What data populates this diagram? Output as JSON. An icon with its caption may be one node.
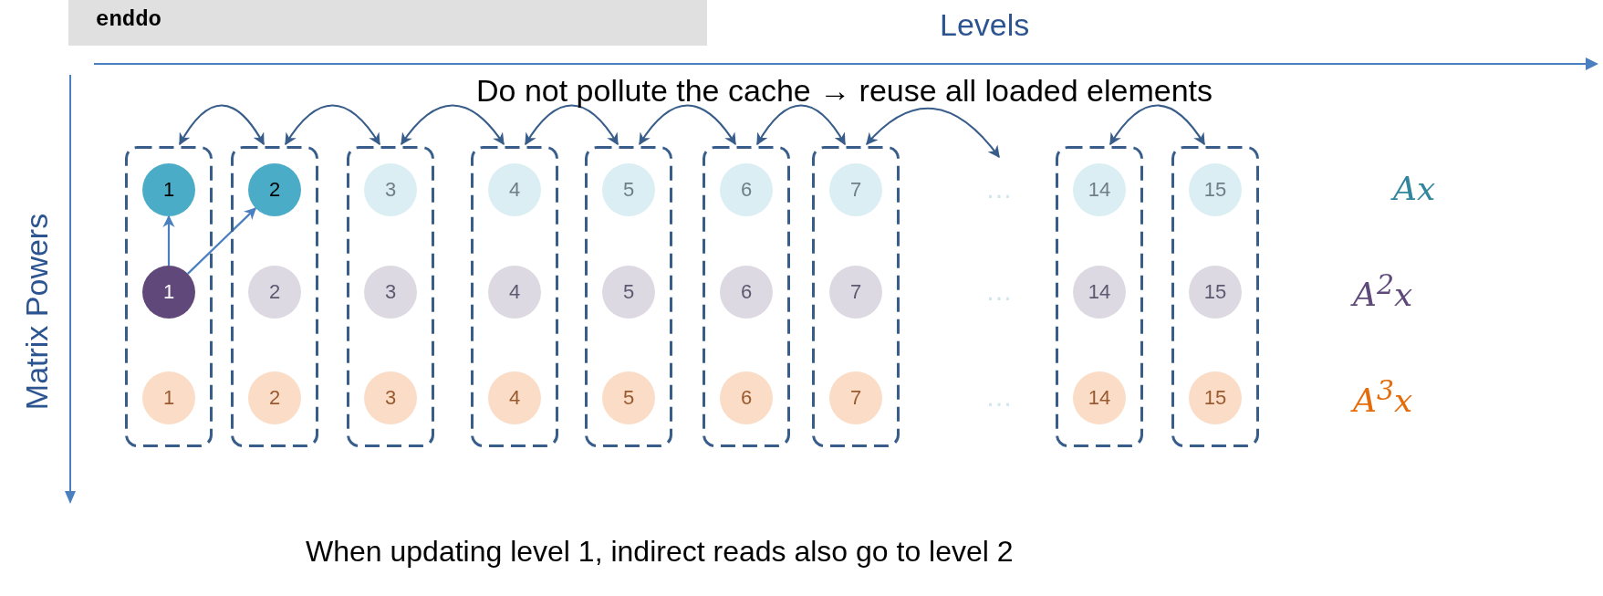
{
  "diagram": {
    "nodes": [
      {
        "text": [
          "enddo"
        ]
      },
      {
        "text": [],
        "shape": "box"
      },
      {
        "text": [
          "1"
        ],
        "in": 1
      },
      {
        "text": [
          "1"
        ],
        "in": 1
      },
      {
        "text": [
          "1"
        ],
        "in": 1
      },
      {
        "text": [],
        "shape": "box"
      },
      {
        "text": [
          "2"
        ],
        "in": 5
      },
      {
        "text": [
          "2"
        ],
        "in": 5
      },
      {
        "text": [
          "2"
        ],
        "in": 5
      },
      {
        "text": [],
        "shape": "box"
      },
      {
        "text": [
          "3"
        ],
        "in": 9
      },
      {
        "text": [
          "3"
        ],
        "in": 9
      },
      {
        "text": [
          "3"
        ],
        "in": 9
      },
      {
        "text": [],
        "shape": "box"
      },
      {
        "text": [
          "4"
        ],
        "in": 13
      },
      {
        "text": [
          "4"
        ],
        "in": 13
      },
      {
        "text": [
          "4"
        ],
        "in": 13
      },
      {
        "text": [],
        "shape": "box"
      },
      {
        "text": [
          "5"
        ],
        "in": 17
      },
      {
        "text": [
          "5"
        ],
        "in": 17
      },
      {
        "text": [
          "5"
        ],
        "in": 17
      },
      {
        "text": [],
        "shape": "box"
      },
      {
        "text": [
          "6"
        ],
        "in": 21
      },
      {
        "text": [
          "6"
        ],
        "in": 21
      },
      {
        "text": [
          "6"
        ],
        "in": 21
      },
      {
        "text": [],
        "shape": "box"
      },
      {
        "text": [
          "7"
        ],
        "in": 25
      },
      {
        "text": [
          "7"
        ],
        "in": 25
      },
      {
        "text": [
          "7"
        ],
        "in": 25
      },
      {
        "text": [],
        "shape": "box"
      },
      {
        "text": [
          "14"
        ],
        "in": 29
      },
      {
        "text": [
          "14"
        ],
        "in": 29
      },
      {
        "text": [
          "14"
        ],
        "in": 29
      },
      {
        "text": [],
        "shape": "box"
      },
      {
        "text": [
          "15"
        ],
        "in": 33
      },
      {
        "text": [
          "15"
        ],
        "in": 33
      },
      {
        "text": [
          "15"
        ],
        "in": 33
      }
    ],
    "edges": [
      {
        "from": 1,
        "to": 5,
        "arrow": "both"
      },
      {
        "from": 5,
        "to": 9,
        "arrow": "both"
      },
      {
        "from": 9,
        "to": 13,
        "arrow": "both"
      },
      {
        "from": 13,
        "to": 17,
        "arrow": "both"
      },
      {
        "from": 17,
        "to": 21,
        "arrow": "both"
      },
      {
        "from": 21,
        "to": 25,
        "arrow": "both"
      },
      {
        "from": 25,
        "to": null,
        "arrow": "both"
      },
      {
        "from": 29,
        "to": 33,
        "arrow": "both"
      },
      {
        "from": 3,
        "to": 2,
        "arrow": "to",
        "color": "#4a7fc0"
      },
      {
        "from": 3,
        "to": 6,
        "arrow": "to",
        "color": "#4a7fc0"
      }
    ],
    "labels": [
      "Levels",
      "Matrix Powers",
      "Do not pollute the cache → reuse all loaded elements",
      "…",
      "Ax",
      "…",
      "A$^{2}$x",
      "…",
      "A$^{3}$x",
      "When updating level 1, indirect reads also go to level 2"
    ]
  }
}
